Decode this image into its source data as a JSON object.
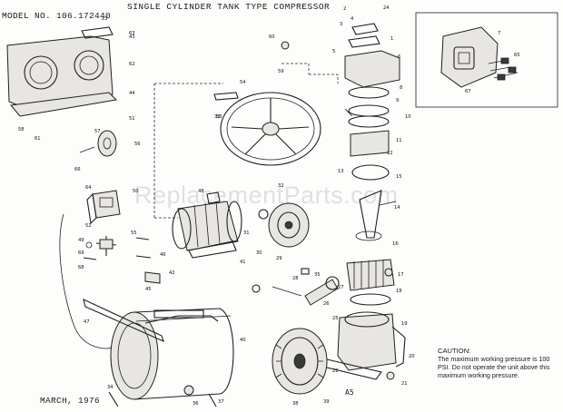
{
  "header": {
    "title": "SINGLE CYLINDER TANK TYPE COMPRESSOR",
    "model": "MODEL NO. 106.172440"
  },
  "footer": {
    "date": "MARCH, 1976",
    "code": "A5"
  },
  "caution": {
    "heading": "CAUTION:",
    "text": "The maximum working pressure is 100 PSI. Do not operate the unit above this maximum working pressure."
  },
  "watermark": "ReplacementParts.com",
  "callouts": {
    "c1": "2",
    "c2": "24",
    "c3": "4",
    "c4": "3",
    "c5": "1",
    "c6": "60",
    "c7": "5",
    "c8": "6",
    "c9": "7",
    "c10": "8",
    "c11": "9",
    "c12": "11",
    "c13": "12",
    "c14": "13",
    "c15": "15",
    "c16": "14",
    "c17": "16",
    "c18": "17",
    "c19": "18",
    "c20": "19",
    "c21": "20",
    "c22": "21",
    "c23": "22",
    "c24": "23",
    "c25": "25",
    "c26": "26",
    "c27": "27",
    "c28": "28",
    "c29": "29",
    "c30": "30",
    "c31": "31",
    "c32": "32",
    "c33": "33",
    "c34": "34",
    "c35": "35",
    "c36": "36",
    "c37": "37",
    "c38": "38",
    "c39": "39",
    "c40": "40",
    "c41": "41",
    "c42": "42",
    "c43": "43",
    "c44": "44",
    "c45": "45",
    "c46": "46",
    "c47": "47",
    "c48": "48",
    "c49": "49",
    "c50": "50",
    "c51": "51",
    "c52": "52",
    "c53": "53",
    "c54": "54",
    "c55": "55",
    "c56": "56",
    "c57": "57",
    "c58": "58",
    "c59": "59",
    "c60": "61",
    "c61": "62",
    "c62": "63",
    "c63": "64",
    "c64": "65",
    "c65": "66",
    "c66": "67",
    "c67": "68",
    "c68": "69",
    "c69": "10"
  }
}
